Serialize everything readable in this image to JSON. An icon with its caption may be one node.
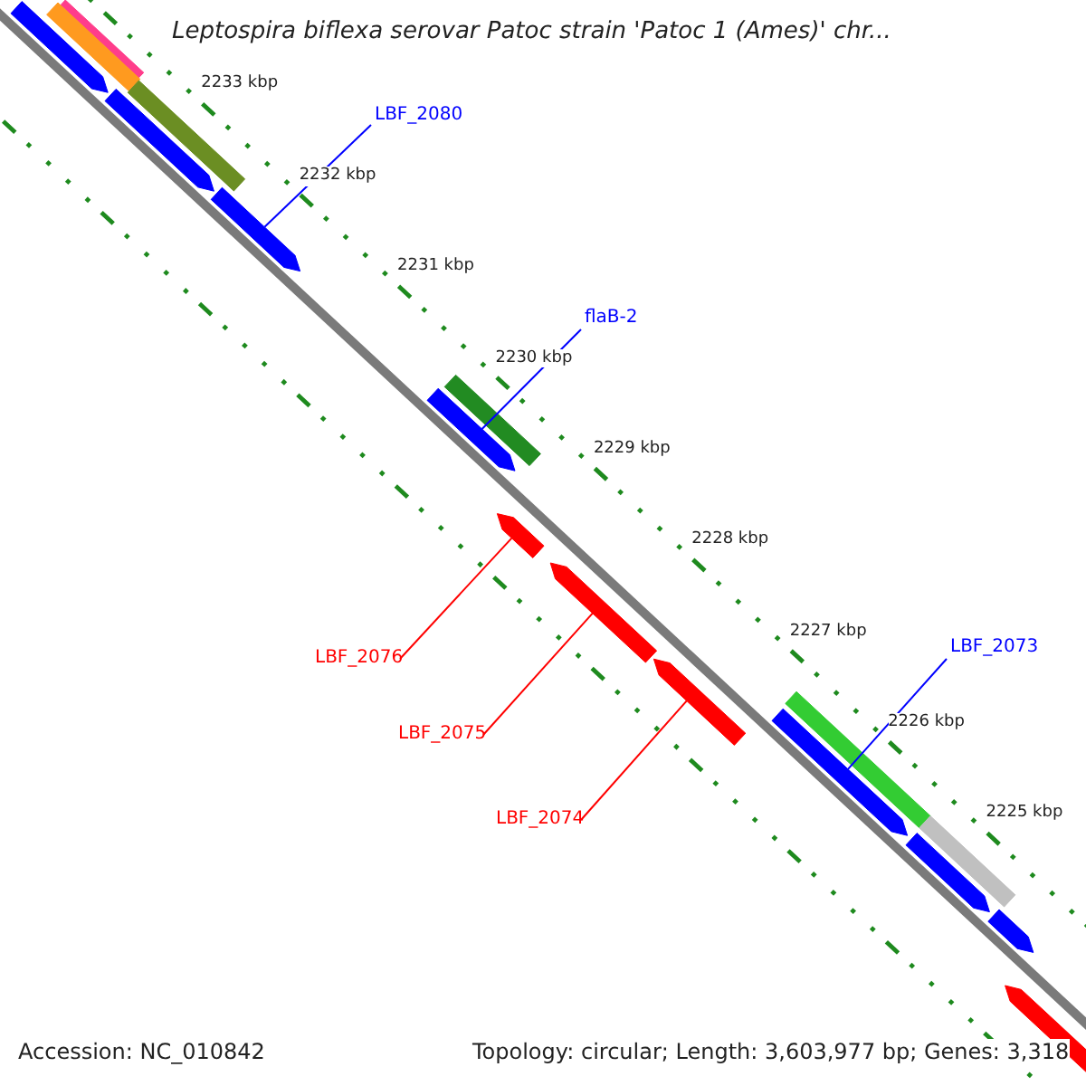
{
  "diagram": {
    "title": "Leptospira biflexa serovar Patoc strain 'Patoc 1 (Ames)' chr...",
    "nodes": [
      {
        "text": [
          "LBF_2080"
        ]
      },
      {
        "text": [
          "flaB-2"
        ]
      },
      {
        "text": [
          "LBF_2076"
        ]
      },
      {
        "text": [
          "LBF_2073"
        ]
      },
      {
        "text": [
          "LBF_2075"
        ]
      },
      {
        "text": [
          "LBF_2074"
        ]
      },
      {
        "text": [],
        "shape": "bar"
      },
      {
        "text": [],
        "shape": "bar"
      },
      {
        "text": [],
        "shape": "bar"
      },
      {
        "text": [],
        "shape": "bar"
      },
      {
        "text": [],
        "shape": "bar"
      },
      {
        "text": [],
        "shape": "bar"
      },
      {
        "text": [],
        "shape": "bar"
      },
      {
        "text": [],
        "shape": "bar"
      },
      {
        "text": [],
        "shape": "bar"
      },
      {
        "text": [],
        "shape": "bar"
      },
      {
        "text": [],
        "shape": "bar"
      },
      {
        "text": [],
        "shape": "bar"
      },
      {
        "text": [],
        "shape": "bar"
      },
      {
        "text": [],
        "shape": "bar"
      },
      {
        "text": [],
        "shape": "bar"
      },
      {
        "text": [],
        "shape": "bar"
      },
      {
        "text": [],
        "shape": "bar"
      }
    ],
    "edges": [
      {
        "from": 0,
        "to": 11,
        "arrow": "none"
      },
      {
        "from": 1,
        "to": 12,
        "arrow": "none"
      },
      {
        "from": 2,
        "to": 14,
        "arrow": "none",
        "color": "#ff0000"
      },
      {
        "from": 3,
        "to": 18,
        "arrow": "none"
      },
      {
        "from": 4,
        "to": 15,
        "arrow": "none",
        "color": "#ff0000"
      },
      {
        "from": 5,
        "to": 16,
        "arrow": "none",
        "color": "#ff0000"
      }
    ],
    "labels": [
      "2233 kbp",
      "2232 kbp",
      "2231 kbp",
      "2230 kbp",
      "2229 kbp",
      "2228 kbp",
      "2227 kbp",
      "2226 kbp",
      "2225 kbp",
      "Accession: NC_010842",
      "Topology: circular; Length: 3,603,977 bp; Genes: 3,318"
    ]
  }
}
